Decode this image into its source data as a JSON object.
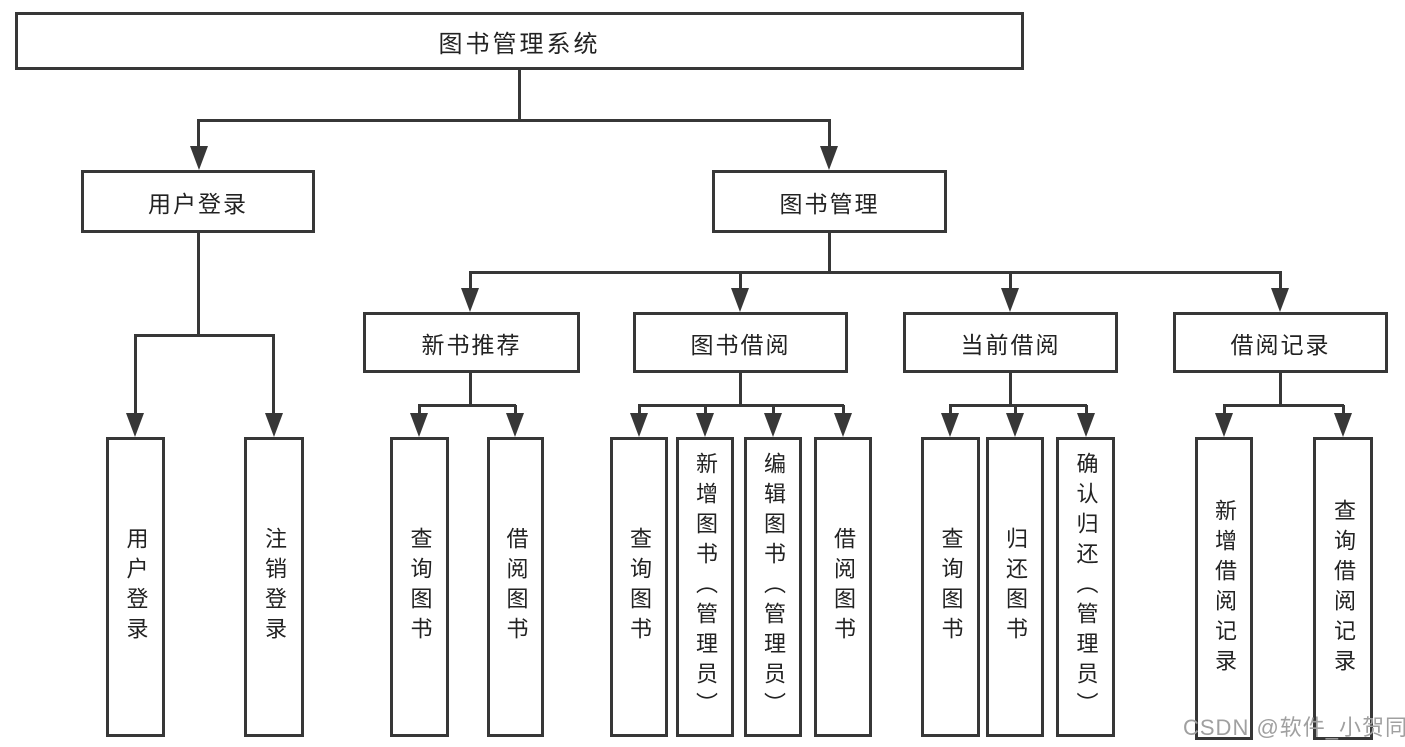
{
  "diagram": {
    "nodes": {
      "root": "图书管理系统",
      "login": {
        "label": "用户登录",
        "children": [
          {
            "label": "用户登录"
          },
          {
            "label": "注销登录"
          }
        ]
      },
      "mgmt": {
        "label": "图书管理",
        "children": [
          {
            "label": "新书推荐",
            "children": [
              {
                "label": "查询图书"
              },
              {
                "label": "借阅图书"
              }
            ]
          },
          {
            "label": "图书借阅",
            "children": [
              {
                "label": "查询图书"
              },
              {
                "label": "新增图书（管理员）"
              },
              {
                "label": "编辑图书（管理员）"
              },
              {
                "label": "借阅图书"
              }
            ]
          },
          {
            "label": "当前借阅",
            "children": [
              {
                "label": "查询图书"
              },
              {
                "label": "归还图书"
              },
              {
                "label": "确认归还（管理员）"
              }
            ]
          },
          {
            "label": "借阅记录",
            "children": [
              {
                "label": "新增借阅记录"
              },
              {
                "label": "查询借阅记录"
              }
            ]
          }
        ]
      }
    },
    "watermark": "CSDN @软件_小贺同学",
    "colors": {
      "line": "#373737",
      "box_background": "#ffffff",
      "text": "#222222",
      "watermark_text": "#a0a0a0"
    }
  }
}
